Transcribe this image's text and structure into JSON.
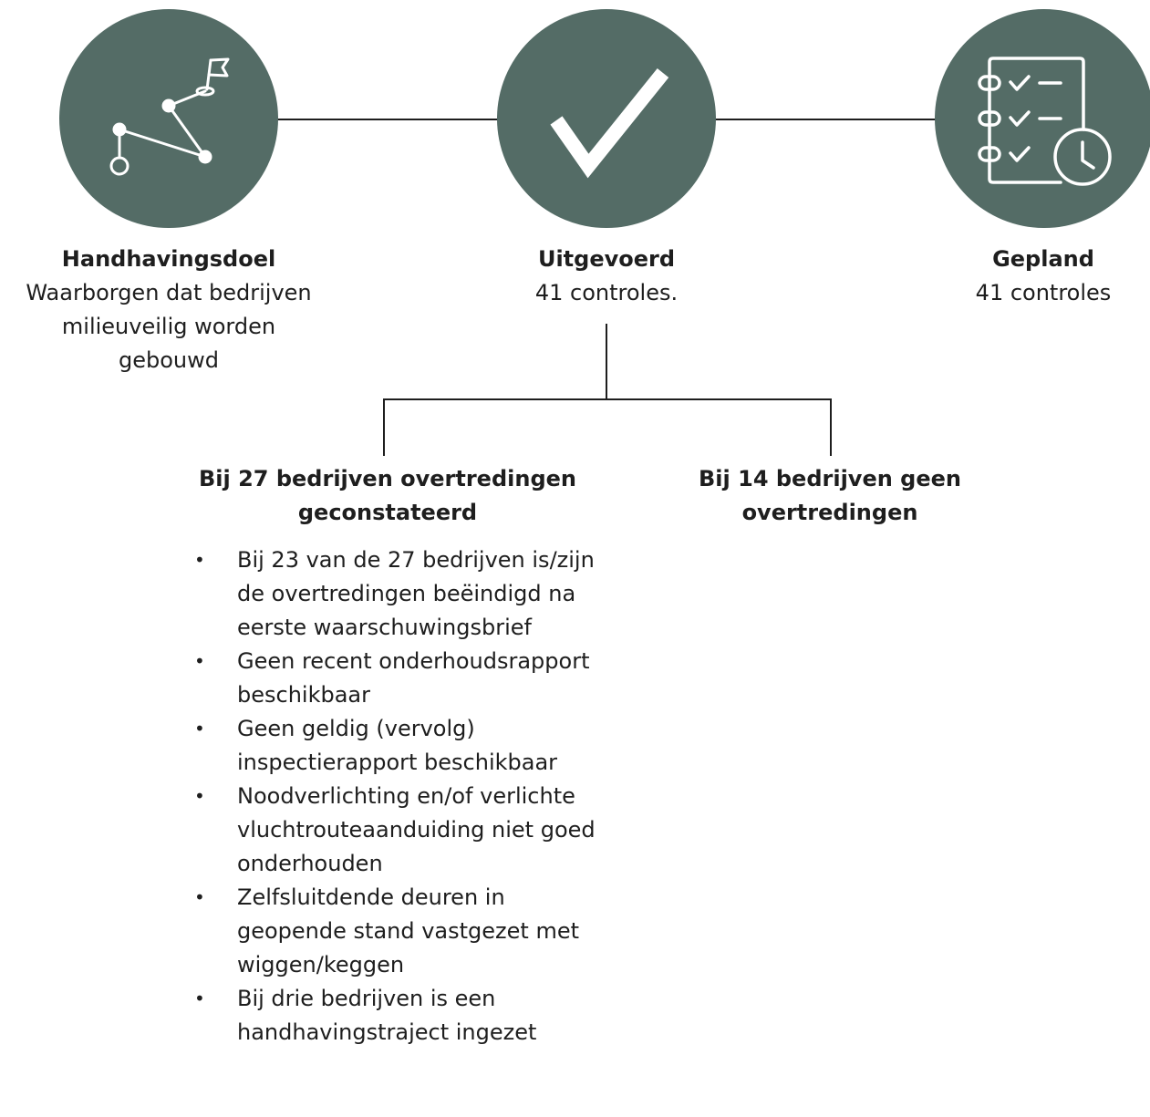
{
  "nodes": {
    "goal": {
      "title": "Handhavingsdoel",
      "lines": [
        "Waarborgen dat bedrijven",
        "milieuveilig worden",
        "gebouwd"
      ]
    },
    "performed": {
      "title": "Uitgevoerd",
      "lines": [
        "41 controles."
      ]
    },
    "planned": {
      "title": "Gepland",
      "lines": [
        "41 controles"
      ]
    }
  },
  "branches": {
    "violations": {
      "title_lines": [
        "Bij 27 bedrijven overtredingen",
        "geconstateerd"
      ],
      "items": [
        "Bij 23 van de 27 bedrijven is/zijn de overtredingen beëindigd na eerste waarschuwingsbrief",
        "Geen recent onderhoudsrapport beschikbaar",
        "Geen geldig (vervolg) inspectierapport beschikbaar",
        "Noodverlichting en/of verlichte vluchtrouteaanduiding niet goed onderhouden",
        "Zelfsluitdende deuren in geopende stand vastgezet met wiggen/keggen",
        "Bij drie bedrijven is een handhavingstraject ingezet"
      ]
    },
    "no_violations": {
      "title_lines": [
        "Bij 14 bedrijven geen",
        "overtredingen"
      ]
    }
  },
  "bullet_char": "•",
  "icons": {
    "goal": "route-map-icon",
    "performed": "checkmark-icon",
    "planned": "checklist-clock-icon"
  },
  "colors": {
    "circle": "#546c66",
    "icon": "#ffffff",
    "text": "#1e1e1e"
  }
}
